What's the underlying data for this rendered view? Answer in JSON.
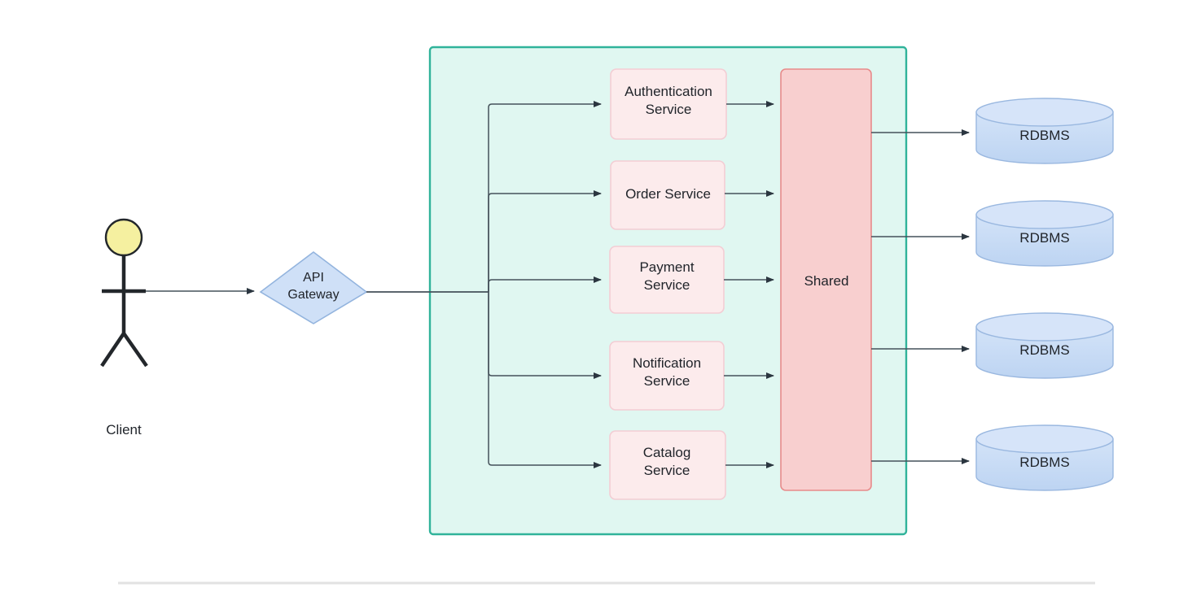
{
  "diagram": {
    "title": "Microservices architecture with API gateway and shared database layer",
    "colors": {
      "container_fill": "#e0f7f1",
      "container_stroke": "#30b39a",
      "service_fill": "#fcebec",
      "service_stroke": "#f3cdd4",
      "shared_fill": "#f8cfcf",
      "shared_stroke": "#e88b8b",
      "db_fill": "#c3d9f5",
      "db_stroke": "#9ab8e0",
      "gateway_fill": "#cfe0f7",
      "gateway_stroke": "#93b4de",
      "actor_head_fill": "#f5f0a0",
      "actor_stroke": "#23272b",
      "edge_stroke": "#44515a",
      "divider": "#e2e2e2"
    },
    "actor": {
      "name": "client-actor",
      "label": "Client",
      "icon": "stick-figure-icon"
    },
    "gateway": {
      "name": "api-gateway-node",
      "label": "API\nGateway",
      "shape": "diamond"
    },
    "container": {
      "name": "services-container",
      "label": ""
    },
    "services": [
      {
        "id": "authentication-service",
        "label": "Authentication\nService"
      },
      {
        "id": "order-service",
        "label": "Order Service"
      },
      {
        "id": "payment-service",
        "label": "Payment\nService"
      },
      {
        "id": "notification-service",
        "label": "Notification\nService"
      },
      {
        "id": "catalog-service",
        "label": "Catalog\nService"
      }
    ],
    "shared": {
      "id": "shared-layer",
      "label": "Shared",
      "shape": "rectangle"
    },
    "databases": [
      {
        "id": "rdbms-1",
        "label": "RDBMS",
        "shape": "cylinder"
      },
      {
        "id": "rdbms-2",
        "label": "RDBMS",
        "shape": "cylinder"
      },
      {
        "id": "rdbms-3",
        "label": "RDBMS",
        "shape": "cylinder"
      },
      {
        "id": "rdbms-4",
        "label": "RDBMS",
        "shape": "cylinder"
      }
    ],
    "edges": [
      {
        "from": "client-actor",
        "to": "api-gateway-node",
        "arrow": true
      },
      {
        "from": "api-gateway-node",
        "to": "services-bus",
        "arrow": false
      },
      {
        "from": "services-bus",
        "to": "authentication-service",
        "arrow": true
      },
      {
        "from": "services-bus",
        "to": "order-service",
        "arrow": true
      },
      {
        "from": "services-bus",
        "to": "payment-service",
        "arrow": true
      },
      {
        "from": "services-bus",
        "to": "notification-service",
        "arrow": true
      },
      {
        "from": "services-bus",
        "to": "catalog-service",
        "arrow": true
      },
      {
        "from": "authentication-service",
        "to": "shared-layer",
        "arrow": true
      },
      {
        "from": "order-service",
        "to": "shared-layer",
        "arrow": true
      },
      {
        "from": "payment-service",
        "to": "shared-layer",
        "arrow": true
      },
      {
        "from": "notification-service",
        "to": "shared-layer",
        "arrow": true
      },
      {
        "from": "catalog-service",
        "to": "shared-layer",
        "arrow": true
      },
      {
        "from": "shared-layer",
        "to": "rdbms-1",
        "arrow": true
      },
      {
        "from": "shared-layer",
        "to": "rdbms-2",
        "arrow": true
      },
      {
        "from": "shared-layer",
        "to": "rdbms-3",
        "arrow": true
      },
      {
        "from": "shared-layer",
        "to": "rdbms-4",
        "arrow": true
      }
    ]
  }
}
